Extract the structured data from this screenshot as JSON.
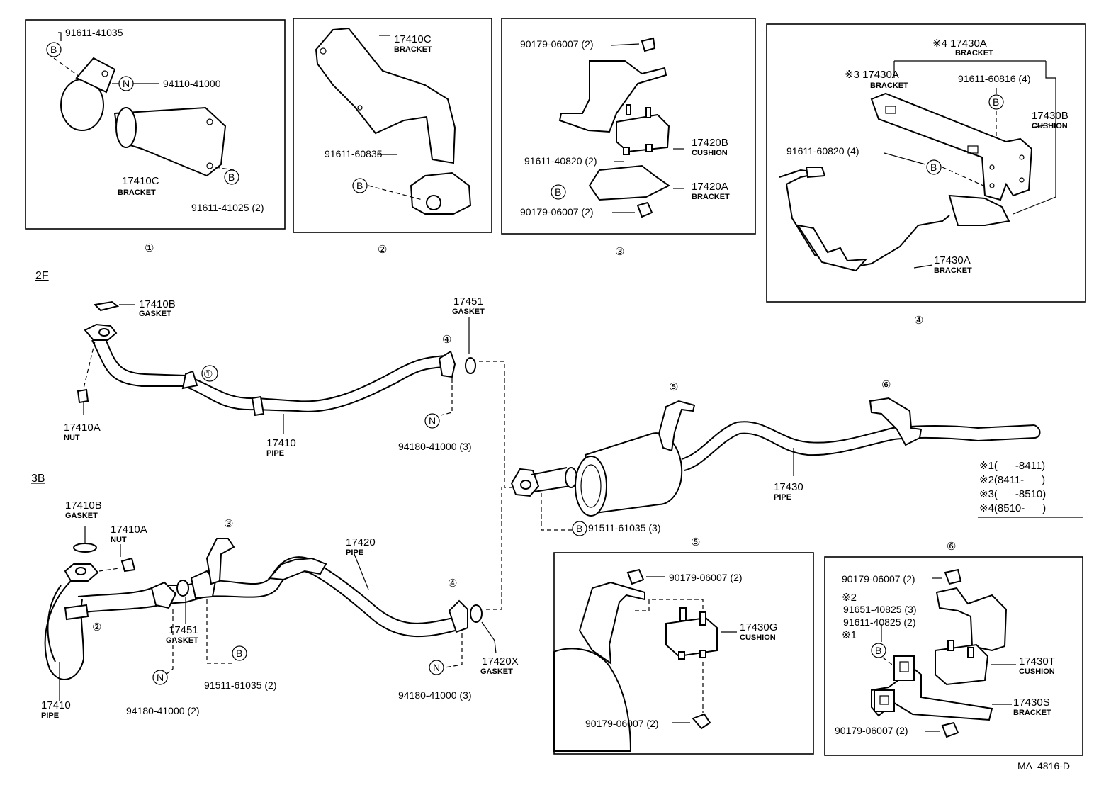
{
  "sections": {
    "s2f": "2F",
    "s3b": "3B"
  },
  "circled": [
    "①",
    "②",
    "③",
    "④",
    "⑤",
    "⑥"
  ],
  "inset1": {
    "p1": "91611-41035",
    "p2": "94110-41000",
    "p3": "17410C",
    "p3n": "BRACKET",
    "p4": "91611-41025 (2)"
  },
  "inset2": {
    "p1": "17410C",
    "p1n": "BRACKET",
    "p2": "91611-60835"
  },
  "inset3": {
    "p1": "90179-06007 (2)",
    "p2": "17420B",
    "p2n": "CUSHION",
    "p3": "91611-40820 (2)",
    "p4": "17420A",
    "p4n": "BRACKET",
    "p5": "90179-06007 (2)"
  },
  "inset4": {
    "p1": "※4 17430A",
    "p1n": "BRACKET",
    "p2": "※3 17430A",
    "p2n": "BRACKET",
    "p3": "91611-60816 (4)",
    "p4": "17430B",
    "p4n": "CUSHION",
    "p5": "91611-60820 (4)",
    "p6": "17430A",
    "p6n": "BRACKET"
  },
  "inset5": {
    "p1": "90179-06007 (2)",
    "p2": "17430G",
    "p2n": "CUSHION",
    "p3": "90179-06007 (2)"
  },
  "inset6": {
    "p1": "90179-06007 (2)",
    "p2": "※2",
    "p3": "91651-40825 (3)",
    "p4": "91611-40825 (2)",
    "p5": "※1",
    "p6": "17430T",
    "p6n": "CUSHION",
    "p7": "17430S",
    "p7n": "BRACKET",
    "p8": "90179-06007 (2)"
  },
  "main2f": {
    "gasketTop": "17410B",
    "gasketTopN": "GASKET",
    "nut": "17410A",
    "nutN": "NUT",
    "pipe": "17410",
    "pipeN": "PIPE",
    "gasket17451": "17451",
    "gasket17451N": "GASKET",
    "nutN2": "94180-41000 (3)"
  },
  "main3b": {
    "gasket": "17410B",
    "gasketN": "GASKET",
    "nut": "17410A",
    "nutN": "NUT",
    "pipe17420": "17420",
    "pipe17420N": "PIPE",
    "g17451": "17451",
    "g17451N": "GASKET",
    "pipe": "17410",
    "pipeN": "PIPE",
    "n1": "94180-41000 (2)",
    "b1": "91511-61035 (2)",
    "n2": "94180-41000 (3)",
    "g2": "17420X",
    "g2N": "GASKET"
  },
  "muffler": {
    "pipe": "17430",
    "pipeN": "PIPE",
    "bolt": "91511-61035 (3)"
  },
  "legend": [
    "※1(      -8411)",
    "※2(8411-      )",
    "※3(      -8510)",
    "※4(8510-      )"
  ],
  "letters": {
    "B": "B",
    "N": "N"
  },
  "code": "MA  4816-D"
}
